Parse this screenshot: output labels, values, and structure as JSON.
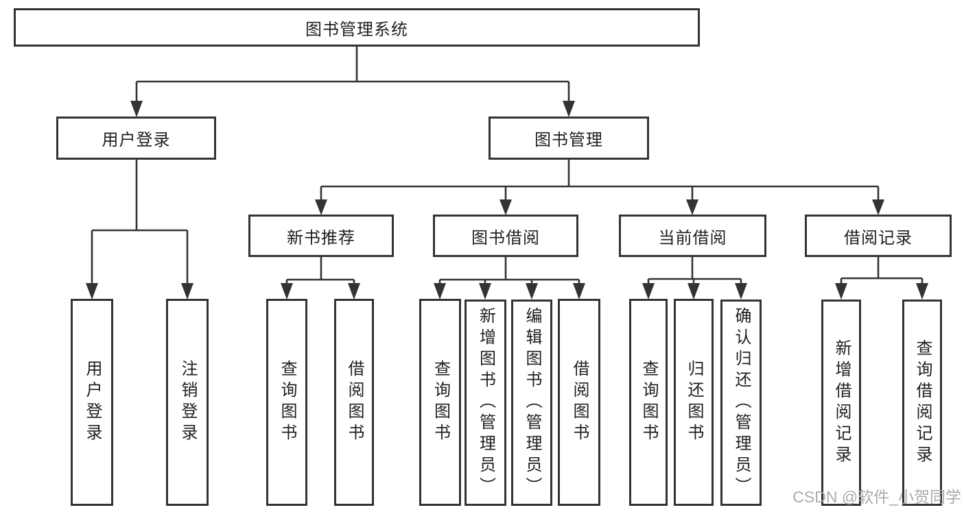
{
  "root": {
    "label": "图书管理系统"
  },
  "tree": {
    "user_login": {
      "label": "用户登录",
      "children": [
        "用户登录",
        "注销登录"
      ]
    },
    "book_mgmt": {
      "label": "图书管理",
      "sections": {
        "new_book_rec": {
          "label": "新书推荐",
          "children": [
            "查询图书",
            "借阅图书"
          ]
        },
        "book_borrow": {
          "label": "图书借阅",
          "children": [
            "查询图书",
            "新增图书（管理员）",
            "编辑图书（管理员）",
            "借阅图书"
          ]
        },
        "current_borrow": {
          "label": "当前借阅",
          "children": [
            "查询图书",
            "归还图书",
            "确认归还（管理员）"
          ]
        },
        "borrow_record": {
          "label": "借阅记录",
          "children": [
            "新增借阅记录",
            "查询借阅记录"
          ]
        }
      }
    }
  },
  "watermark": {
    "text": "CSDN @软件_小贺同学"
  },
  "colors": {
    "line": "#333333",
    "box_border": "#333333",
    "text": "#1f1f1f",
    "watermark": "#ababab",
    "background": "#ffffff"
  }
}
